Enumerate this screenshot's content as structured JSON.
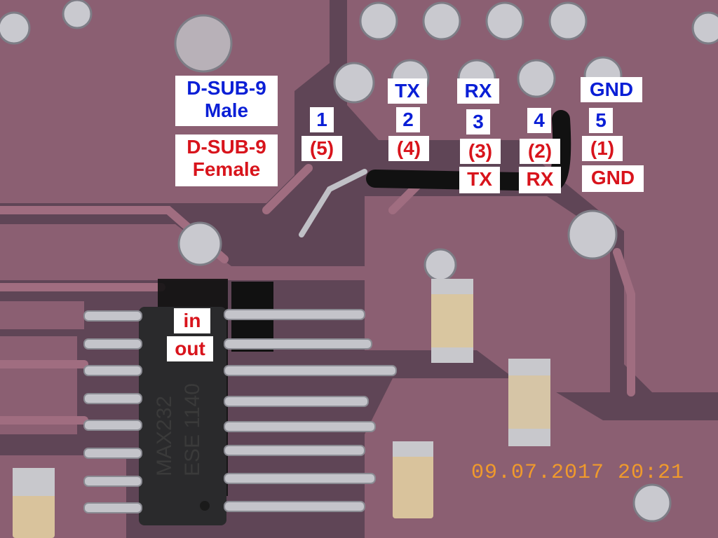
{
  "labels": {
    "dsub_male_1": "D-SUB-9",
    "dsub_male_2": "Male",
    "dsub_female_1": "D-SUB-9",
    "dsub_female_2": "Female",
    "male_tx": "TX",
    "male_rx": "RX",
    "male_gnd": "GND",
    "pin_1": "1",
    "pin_2": "2",
    "pin_3": "3",
    "pin_4": "4",
    "pin_5": "5",
    "female_pin_5": "(5)",
    "female_pin_4": "(4)",
    "female_pin_3": "(3)",
    "female_pin_2": "(2)",
    "female_pin_1": "(1)",
    "female_tx": "TX",
    "female_rx": "RX",
    "female_gnd": "GND",
    "in": "in",
    "out": "out"
  },
  "chip": {
    "line1": "MAX232",
    "line2": "ESE  1140"
  },
  "timestamp": "09.07.2017  20:21",
  "colors": {
    "male_label": "#0a1fd6",
    "female_label": "#d8141c",
    "board": "#6a4a5e",
    "copper": "#8a5c6e",
    "stamp": "#f09a2c"
  }
}
